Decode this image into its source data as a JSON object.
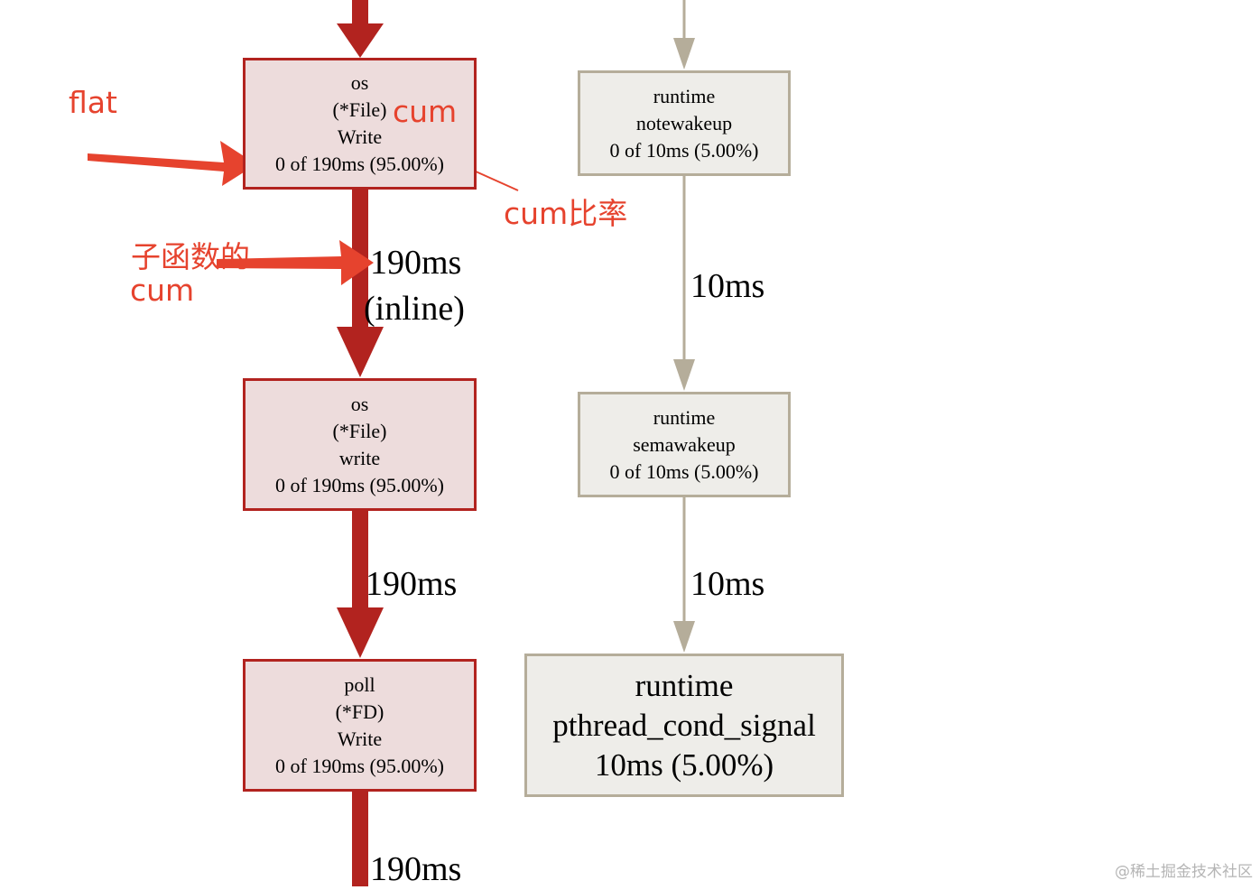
{
  "nodes": {
    "os_write_upper": {
      "lines": [
        "os",
        "(*File)",
        "Write",
        "0 of 190ms (95.00%)"
      ]
    },
    "os_write_lower": {
      "lines": [
        "os",
        "(*File)",
        "write",
        "0 of 190ms (95.00%)"
      ]
    },
    "poll_write": {
      "lines": [
        "poll",
        "(*FD)",
        "Write",
        "0 of 190ms (95.00%)"
      ]
    },
    "notewakeup": {
      "lines": [
        "runtime",
        "notewakeup",
        "0 of 10ms (5.00%)"
      ]
    },
    "semawakeup": {
      "lines": [
        "runtime",
        "semawakeup",
        "0 of 10ms (5.00%)"
      ]
    },
    "pthread_cond_signal": {
      "lines": [
        "runtime",
        "pthread_cond_signal",
        "10ms (5.00%)"
      ]
    }
  },
  "edges": {
    "e1": {
      "label": "190ms",
      "label2": "(inline)"
    },
    "e2": {
      "label": "190ms"
    },
    "e3": {
      "label": "190ms"
    },
    "e4": {
      "label": "10ms"
    },
    "e5": {
      "label": "10ms"
    }
  },
  "annotations": {
    "flat": "flat",
    "cum": "cum",
    "cum_ratio": "cum比率",
    "child_cum_line1": "子函数的",
    "child_cum_line2": "cum"
  },
  "colors": {
    "hot_edge": "#b2231f",
    "hot_node_border": "#b2231f",
    "hot_node_fill": "#eddcdc",
    "cold_edge": "#b5ad9a",
    "cold_node_fill": "#eeede9",
    "annotation": "#e6432e"
  },
  "watermark": "@稀土掘金技术社区"
}
